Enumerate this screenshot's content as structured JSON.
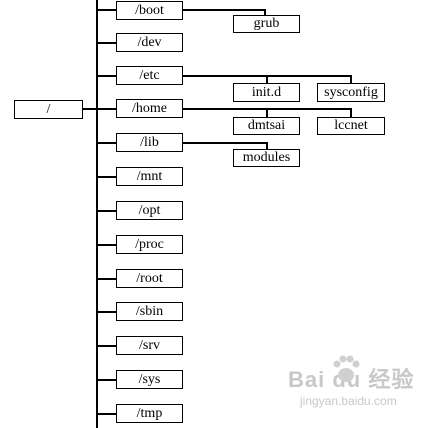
{
  "root": {
    "label": "/"
  },
  "directories": [
    {
      "id": "boot",
      "label": "/boot"
    },
    {
      "id": "dev",
      "label": "/dev"
    },
    {
      "id": "etc",
      "label": "/etc"
    },
    {
      "id": "home",
      "label": "/home"
    },
    {
      "id": "lib",
      "label": "/lib"
    },
    {
      "id": "mnt",
      "label": "/mnt"
    },
    {
      "id": "opt",
      "label": "/opt"
    },
    {
      "id": "proc",
      "label": "/proc"
    },
    {
      "id": "root",
      "label": "/root"
    },
    {
      "id": "sbin",
      "label": "/sbin"
    },
    {
      "id": "srv",
      "label": "/srv"
    },
    {
      "id": "sys",
      "label": "/sys"
    },
    {
      "id": "tmp",
      "label": "/tmp"
    }
  ],
  "subdirectories": [
    {
      "parent": "boot",
      "label": "grub"
    },
    {
      "parent": "etc",
      "label": "init.d"
    },
    {
      "parent": "etc",
      "label": "sysconfig"
    },
    {
      "parent": "home",
      "label": "dmtsai"
    },
    {
      "parent": "home",
      "label": "lccnet"
    },
    {
      "parent": "lib",
      "label": "modules"
    }
  ],
  "watermark": {
    "brand": "Bai du 经验",
    "url": "jingyan.baidu.com"
  }
}
